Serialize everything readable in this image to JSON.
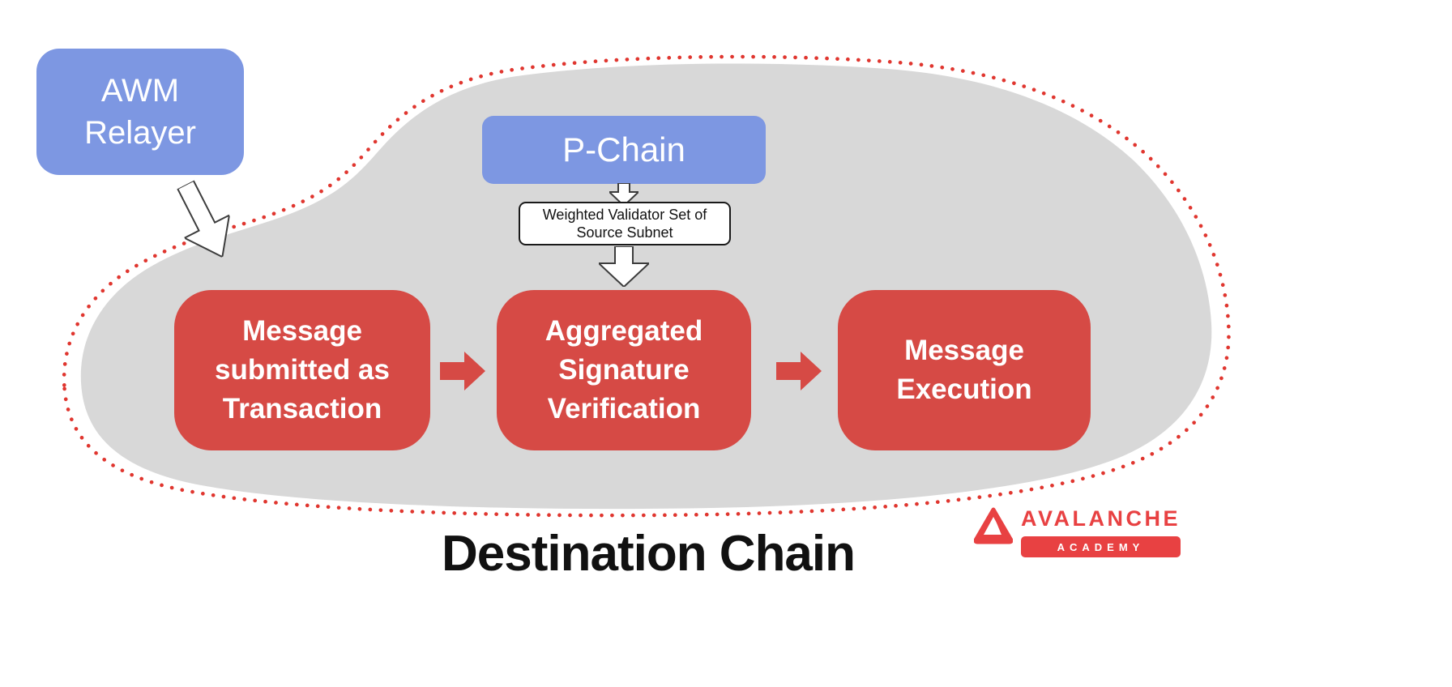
{
  "diagram": {
    "title": "Destination Chain",
    "relayer": {
      "label": "AWM\nRelayer"
    },
    "p_chain": {
      "label": "P-Chain"
    },
    "validator_note": {
      "label": "Weighted Validator Set of\nSource Subnet"
    },
    "steps": [
      {
        "label": "Message submitted as Transaction"
      },
      {
        "label": "Aggregated Signature Verification"
      },
      {
        "label": "Message Execution"
      }
    ]
  },
  "logo": {
    "brand": "AVALANCHE",
    "badge": "ACADEMY"
  },
  "colors": {
    "node_blue": "#7d97e2",
    "node_red": "#d64a45",
    "blob_gray": "#d8d8d8",
    "dotted_red": "#e0362f",
    "brand_red": "#e84142",
    "title_black": "#111111"
  }
}
